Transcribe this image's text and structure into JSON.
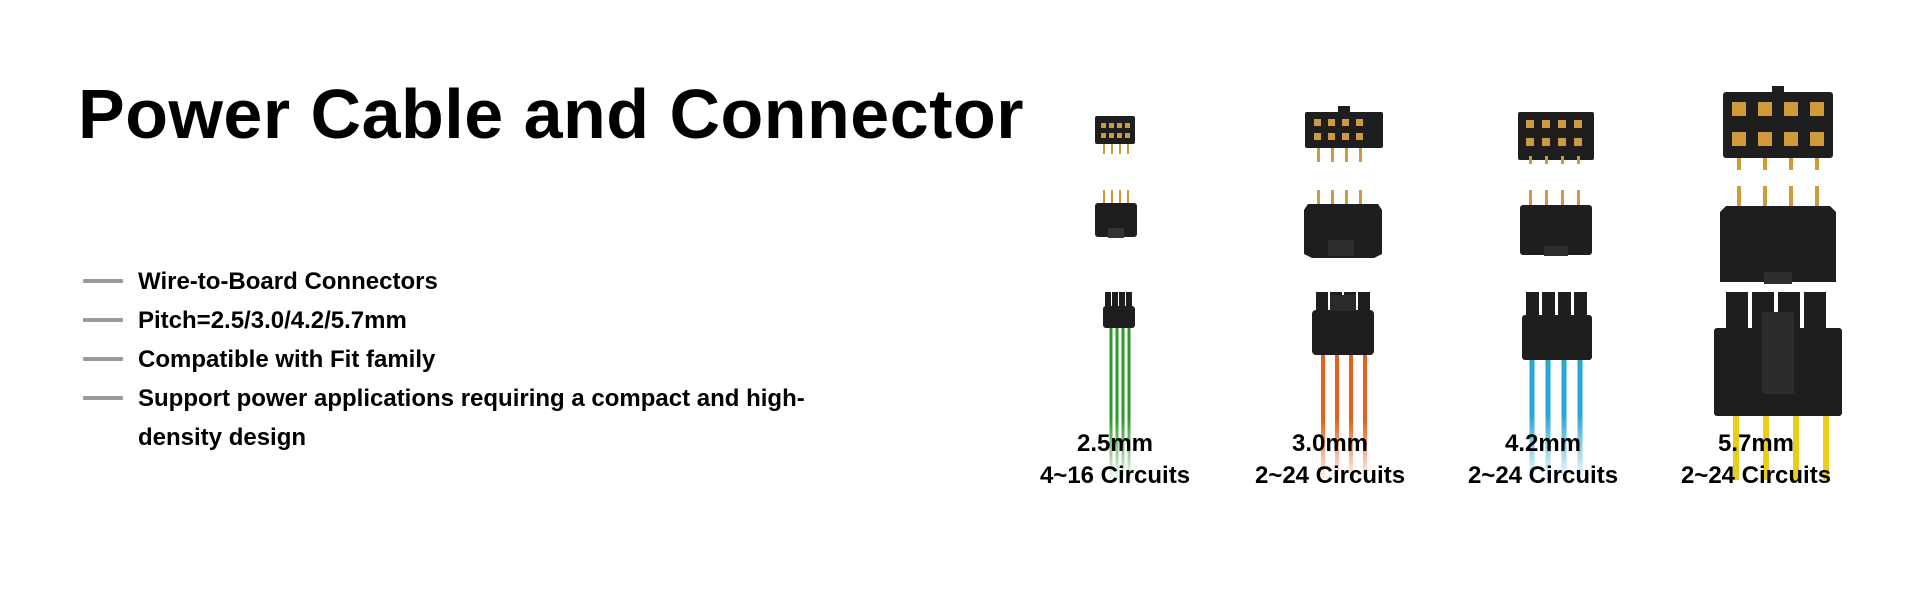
{
  "title": "Power Cable and Connector",
  "features": [
    "Wire-to-Board Connectors",
    "Pitch=2.5/3.0/4.2/5.7mm",
    "Compatible with Fit family",
    "Support power applications requiring a compact and high-density design"
  ],
  "connectors": [
    {
      "pitch": "2.5mm",
      "circuits": "4~16 Circuits",
      "wire_color": "#2e9a2c"
    },
    {
      "pitch": "3.0mm",
      "circuits": "2~24 Circuits",
      "wire_color": "#e2621b"
    },
    {
      "pitch": "4.2mm",
      "circuits": "2~24 Circuits",
      "wire_color": "#27a8d6"
    },
    {
      "pitch": "5.7mm",
      "circuits": "2~24 Circuits",
      "wire_color": "#e9cd1a"
    }
  ]
}
